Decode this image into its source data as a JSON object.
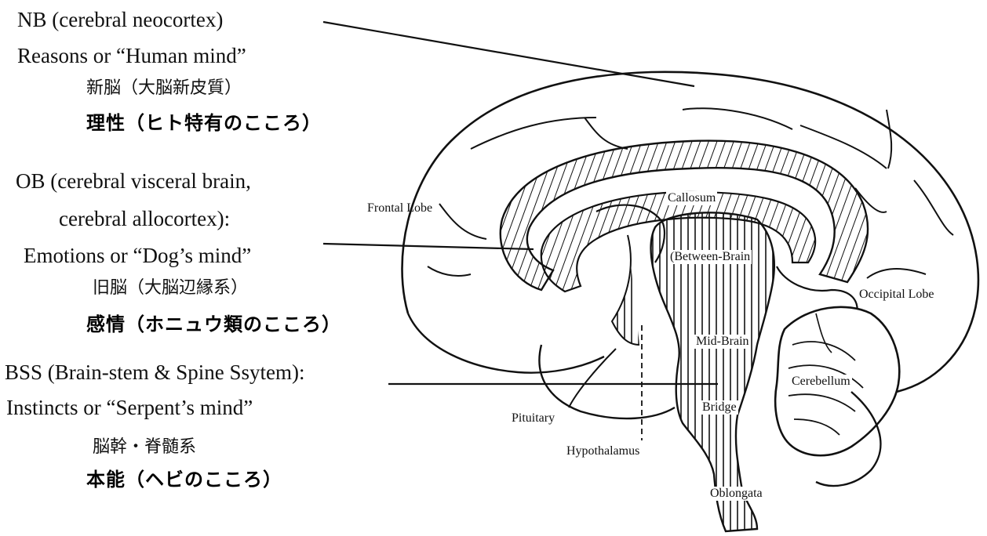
{
  "levels": {
    "nb": {
      "en_line1": "NB (cerebral neocortex)",
      "en_line2": "Reasons or “Human mind”",
      "jp_line1": "新脳（大脳新皮質）",
      "jp_line2": "理性（ヒト特有のこころ）"
    },
    "ob": {
      "en_line1": "OB (cerebral visceral brain,",
      "en_line2": "cerebral allocortex):",
      "en_line3": "Emotions or “Dog’s mind”",
      "jp_line1": "旧脳（大脳辺縁系）",
      "jp_line2": "感情（ホニュウ類のこころ）"
    },
    "bss": {
      "en_line1": "BSS (Brain-stem & Spine Ssytem):",
      "en_line2": "Instincts or “Serpent’s mind”",
      "jp_line1": "脳幹・脊髄系",
      "jp_line2": "本能（ヘビのこころ）"
    }
  },
  "brain_labels": {
    "frontal_lobe": "Frontal Lobe",
    "callosum": "Callosum",
    "between_brain": "(Between-Brain",
    "occipital_lobe": "Occipital Lobe",
    "mid_brain": "Mid-Brain",
    "cerebellum": "Cerebellum",
    "bridge": "Bridge",
    "pituitary": "Pituitary",
    "hypothalamus": "Hypothalamus",
    "oblongata": "Oblongata"
  },
  "colors": {
    "ink": "#111111",
    "paper": "#ffffff"
  }
}
